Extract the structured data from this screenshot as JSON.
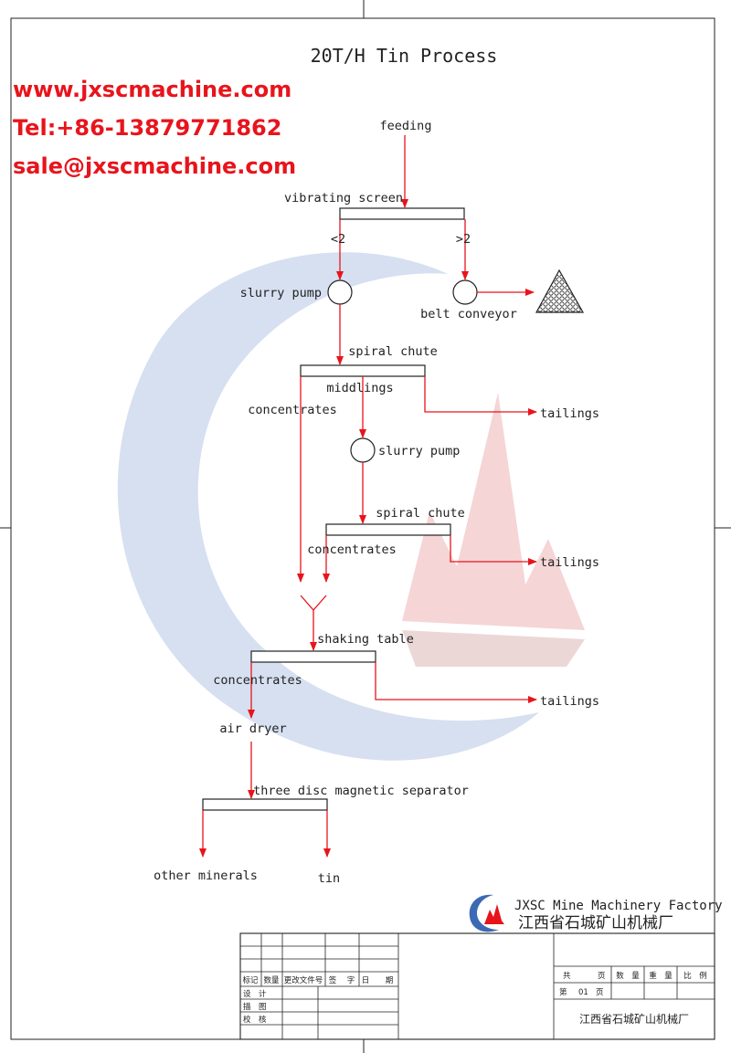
{
  "title": "20T/H Tin Process",
  "contact": {
    "website": "www.jxscmachine.com",
    "phone": "Tel:+86-13879771862",
    "email": "sale@jxscmachine.com"
  },
  "nodes": {
    "feeding": "feeding",
    "vibrating_screen": "vibrating screen",
    "lt2": "<2",
    "gt2": ">2",
    "slurry_pump_1": "slurry pump",
    "belt_conveyor": "belt conveyor",
    "spiral_chute_1": "spiral chute",
    "middlings": "middlings",
    "concentrates_1": "concentrates",
    "tailings_1": "tailings",
    "slurry_pump_2": "slurry pump",
    "spiral_chute_2": "spiral chute",
    "concentrates_2": "concentrates",
    "tailings_2": "tailings",
    "shaking_table": "shaking table",
    "concentrates_3": "concentrates",
    "tailings_3": "tailings",
    "air_dryer": "air dryer",
    "magnetic_separator": "three disc magnetic separator",
    "other_minerals": "other minerals",
    "tin": "tin"
  },
  "company": {
    "name_en": "JXSC Mine Machinery Factory",
    "name_cn": "江西省石城矿山机械厂"
  },
  "title_block": {
    "left_headers": [
      "标记",
      "数量",
      "更改文件号",
      "签",
      "字",
      "日",
      "期"
    ],
    "left_rows": [
      "设　计",
      "描　图",
      "校　核"
    ],
    "right_row1": [
      "共",
      "页",
      "数　量",
      "重　量",
      "比　例"
    ],
    "right_row2": [
      "第",
      "01",
      "页"
    ],
    "company_cn": "江西省石城矿山机械厂"
  },
  "colors": {
    "arrow": "#e8141c",
    "line": "#222222",
    "contact": "#e8141c"
  }
}
